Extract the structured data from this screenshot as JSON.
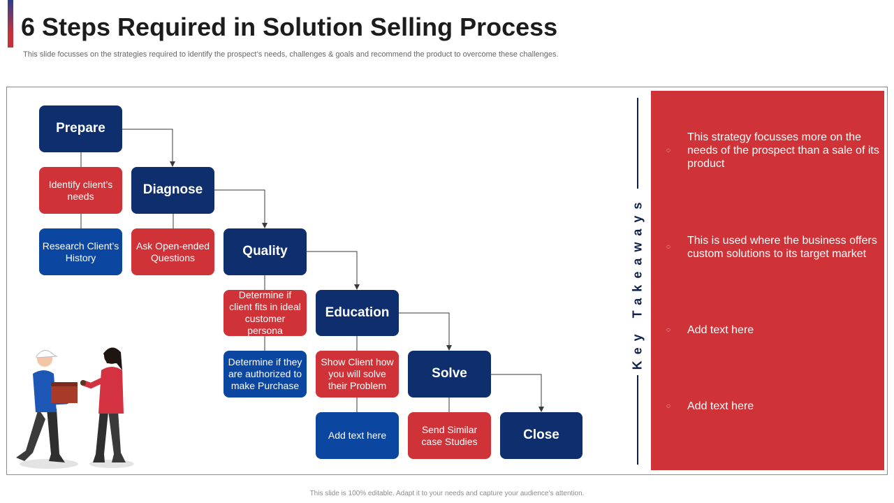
{
  "header": {
    "title": "6 Steps Required in Solution Selling Process",
    "subtitle": "This slide focusses on the strategies required to identify the prospect’s needs, challenges & goals and recommend the product to overcome these challenges."
  },
  "steps": [
    {
      "label": "Prepare",
      "notes": [
        "Identify client’s needs",
        "Research Client’s History"
      ]
    },
    {
      "label": "Diagnose",
      "notes": [
        "Ask Open-ended Questions"
      ]
    },
    {
      "label": "Quality",
      "notes": [
        "Determine if client fits in ideal customer persona",
        "Determine if they are authorized to make Purchase"
      ]
    },
    {
      "label": "Education",
      "notes": [
        "Show Client how you will solve their Problem",
        "Add text here"
      ]
    },
    {
      "label": "Solve",
      "notes": [
        "Send Similar case Studies"
      ]
    },
    {
      "label": "Close",
      "notes": []
    }
  ],
  "takeaways": {
    "title": "Key Takeaways",
    "items": [
      "This strategy focusses more on the needs of the prospect than a sale of its product",
      "This is used where the business offers custom solutions to its target market",
      "Add text here",
      "Add text here"
    ],
    "bullet_icon": "circle-arrow-icon"
  },
  "footer": "This slide is 100% editable. Adapt it to your needs and capture your audience’s attention.",
  "colors": {
    "navy": "#0e2e6e",
    "red": "#cf3237",
    "blue": "#0b47a0",
    "dark_navy": "#0e1f4d"
  }
}
